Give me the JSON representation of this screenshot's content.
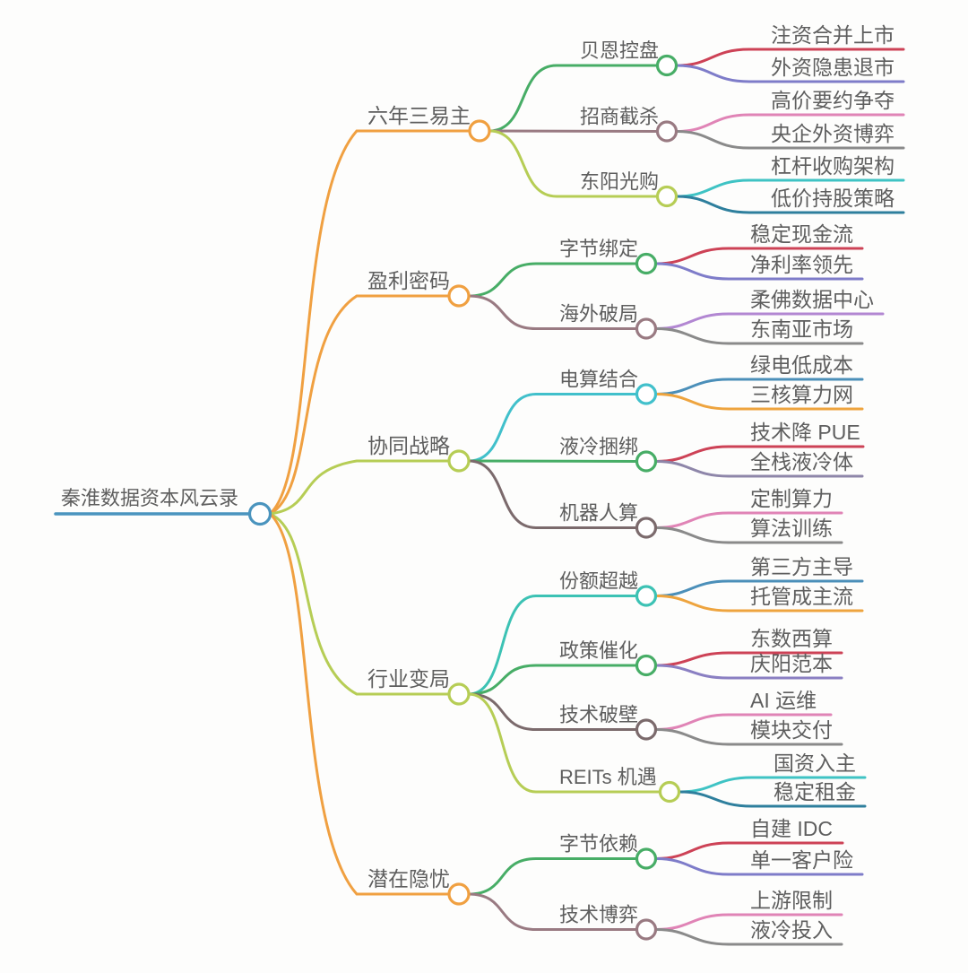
{
  "canvas_background": "#fdfdfc",
  "text_color": "#5e5e5e",
  "mindmap": {
    "root": {
      "label": "秦淮数据资本风云录",
      "color": "#4a94be"
    },
    "branches": [
      {
        "label": "六年三易主",
        "color": "#f0a041",
        "children": [
          {
            "label": "贝恩控盘",
            "color": "#47ad66",
            "leaves": [
              {
                "label": "注资合并上市",
                "color": "#cd4256"
              },
              {
                "label": "外资隐患退市",
                "color": "#7e7cc9"
              }
            ]
          },
          {
            "label": "招商截杀",
            "color": "#997a82",
            "leaves": [
              {
                "label": "高价要约争夺",
                "color": "#e084b6"
              },
              {
                "label": "央企外资博弈",
                "color": "#8a8a8a"
              }
            ]
          },
          {
            "label": "东阳光购",
            "color": "#b6cd55",
            "leaves": [
              {
                "label": "杠杆收购架构",
                "color": "#3fc3c4"
              },
              {
                "label": "低价持股策略",
                "color": "#2e7f9d"
              }
            ]
          }
        ]
      },
      {
        "label": "盈利密码",
        "color": "#f0a041",
        "children": [
          {
            "label": "字节绑定",
            "color": "#47ad66",
            "leaves": [
              {
                "label": "稳定现金流",
                "color": "#cd4256"
              },
              {
                "label": "净利率领先",
                "color": "#7e7cc9"
              }
            ]
          },
          {
            "label": "海外破局",
            "color": "#997a82",
            "leaves": [
              {
                "label": "柔佛数据中心",
                "color": "#b287d2"
              },
              {
                "label": "东南亚市场",
                "color": "#8a8a8a"
              }
            ]
          }
        ]
      },
      {
        "label": "协同战略",
        "color": "#b6cd55",
        "children": [
          {
            "label": "电算结合",
            "color": "#41c0cb",
            "leaves": [
              {
                "label": "绿电低成本",
                "color": "#4b8fb9"
              },
              {
                "label": "三核算力网",
                "color": "#eea43e"
              }
            ]
          },
          {
            "label": "液冷捆绑",
            "color": "#47ad66",
            "leaves": [
              {
                "label": "技术降 PUE",
                "color": "#cd4256"
              },
              {
                "label": "全栈液冷体",
                "color": "#8e86a9"
              }
            ]
          },
          {
            "label": "机器人算",
            "color": "#7b6a6c",
            "leaves": [
              {
                "label": "定制算力",
                "color": "#e084b6"
              },
              {
                "label": "算法训练",
                "color": "#8a8a8a"
              }
            ]
          }
        ]
      },
      {
        "label": "行业变局",
        "color": "#b6cd55",
        "children": [
          {
            "label": "份额超越",
            "color": "#3cc2b4",
            "leaves": [
              {
                "label": "第三方主导",
                "color": "#4b8fb9"
              },
              {
                "label": "托管成主流",
                "color": "#eea43e"
              }
            ]
          },
          {
            "label": "政策催化",
            "color": "#47ad66",
            "leaves": [
              {
                "label": "东数西算",
                "color": "#cd4256"
              },
              {
                "label": "庆阳范本",
                "color": "#8a7fc2"
              }
            ]
          },
          {
            "label": "技术破壁",
            "color": "#7b6a6c",
            "leaves": [
              {
                "label": "AI 运维",
                "color": "#e084b6"
              },
              {
                "label": "模块交付",
                "color": "#8a8a8a"
              }
            ]
          },
          {
            "label": "REITs 机遇",
            "color": "#b6cd55",
            "leaves": [
              {
                "label": "国资入主",
                "color": "#3fc3c4"
              },
              {
                "label": "稳定租金",
                "color": "#2e7f9d"
              }
            ]
          }
        ]
      },
      {
        "label": "潜在隐忧",
        "color": "#f0a041",
        "children": [
          {
            "label": "字节依赖",
            "color": "#47ad66",
            "leaves": [
              {
                "label": "自建 IDC",
                "color": "#cd4256"
              },
              {
                "label": "单一客户险",
                "color": "#7e7cc9"
              }
            ]
          },
          {
            "label": "技术博弈",
            "color": "#997a82",
            "leaves": [
              {
                "label": "上游限制",
                "color": "#e084b6"
              },
              {
                "label": "液冷投入",
                "color": "#8a8a8a"
              }
            ]
          }
        ]
      }
    ]
  }
}
